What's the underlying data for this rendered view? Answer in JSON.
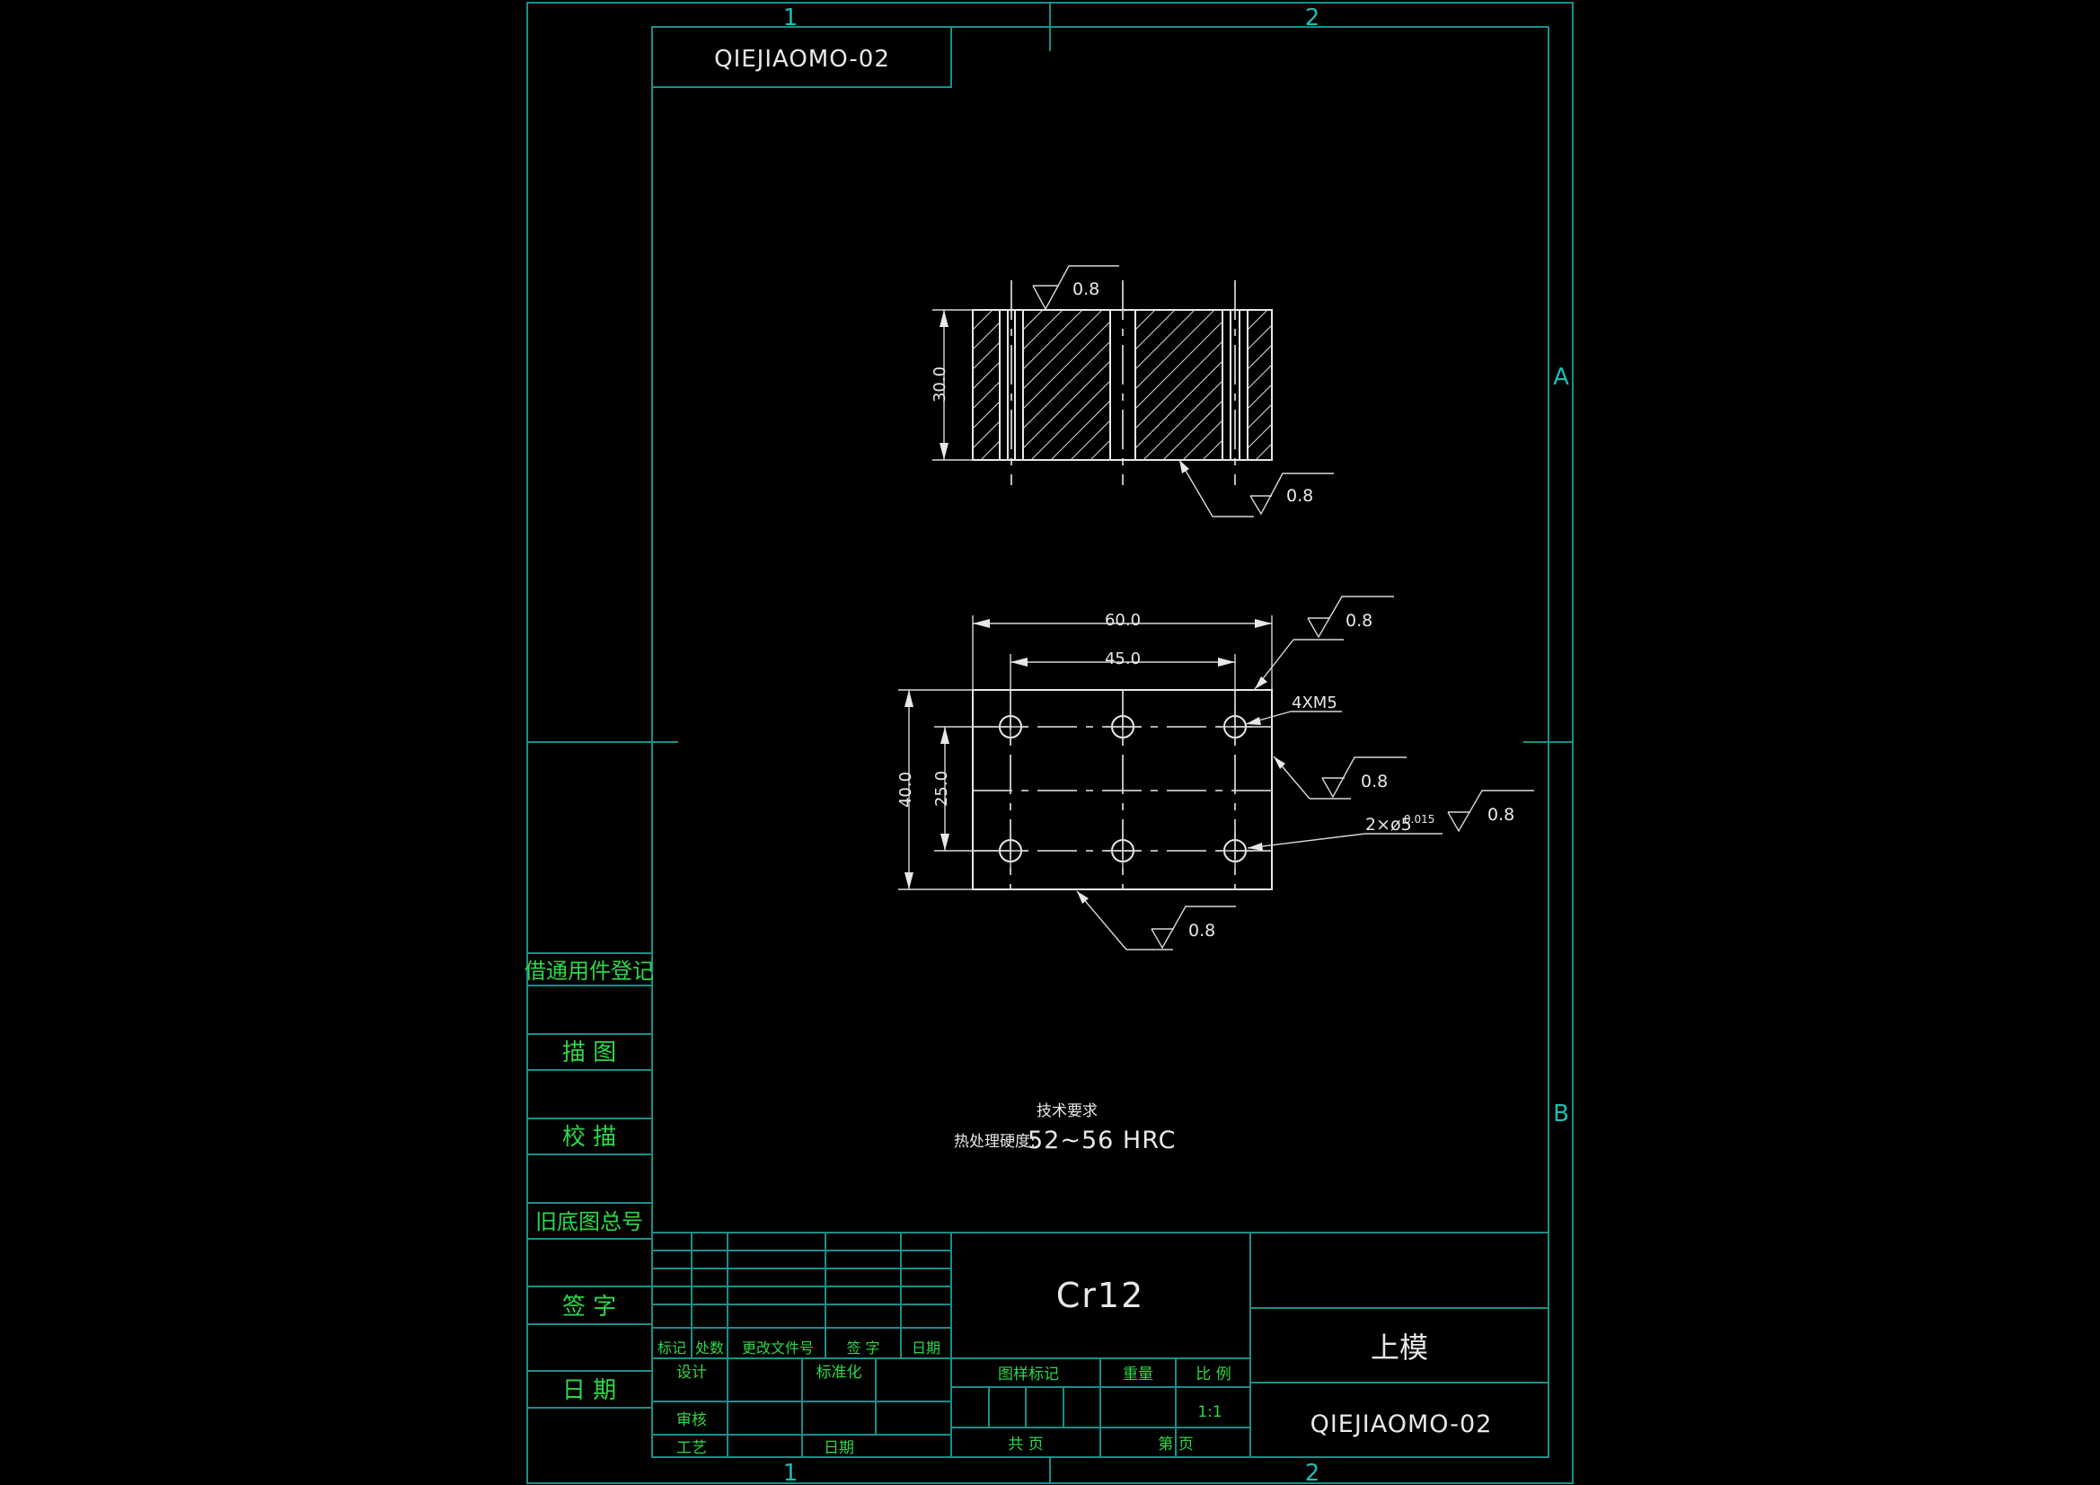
{
  "colors": {
    "background": "#000000",
    "frame": "#1b8f8a",
    "geometry": "#e8e8e8",
    "labels": "#2ed84a",
    "zone": "#1fbcb4"
  },
  "drawing_number_top": "QIEJIAOMO-02",
  "zone_markers": {
    "top_1": "1",
    "top_2": "2",
    "bottom_1": "1",
    "bottom_2": "2",
    "right_a": "A",
    "right_b": "B"
  },
  "side_panel": [
    "借通用件登记",
    "描 图",
    "校 描",
    "旧底图总号",
    "签 字",
    "日 期"
  ],
  "section_view": {
    "dim_height": "30.0",
    "roughness_top": "0.8",
    "roughness_bottom": "0.8"
  },
  "plan_view": {
    "dim_total_width": "60.0",
    "dim_hole_pitch": "45.0",
    "dim_total_height": "40.0",
    "dim_hole_row_pitch": "25.0",
    "thread_note": "4XM5",
    "pin_note": "2×ø5",
    "pin_tol": "0.015",
    "roughness": [
      "0.8",
      "0.8",
      "0.8",
      "0.8"
    ]
  },
  "tech_requirements": {
    "title": "技术要求",
    "label": "热处理硬度:",
    "value": "52~56 HRC"
  },
  "title_block": {
    "rev_headers": [
      "标记",
      "处数",
      "更改文件号",
      "签 字",
      "日期"
    ],
    "design": "设计",
    "standardization": "标准化",
    "review": "审核",
    "process": "工艺",
    "date": "日期",
    "material": "Cr12",
    "drawing_mark": "图样标记",
    "weight": "重量",
    "scale_label": "比 例",
    "scale_value": "1:1",
    "total_sheets": "共 页",
    "sheet_no": "第 页",
    "part_name": "上模",
    "drawing_number": "QIEJIAOMO-02"
  }
}
